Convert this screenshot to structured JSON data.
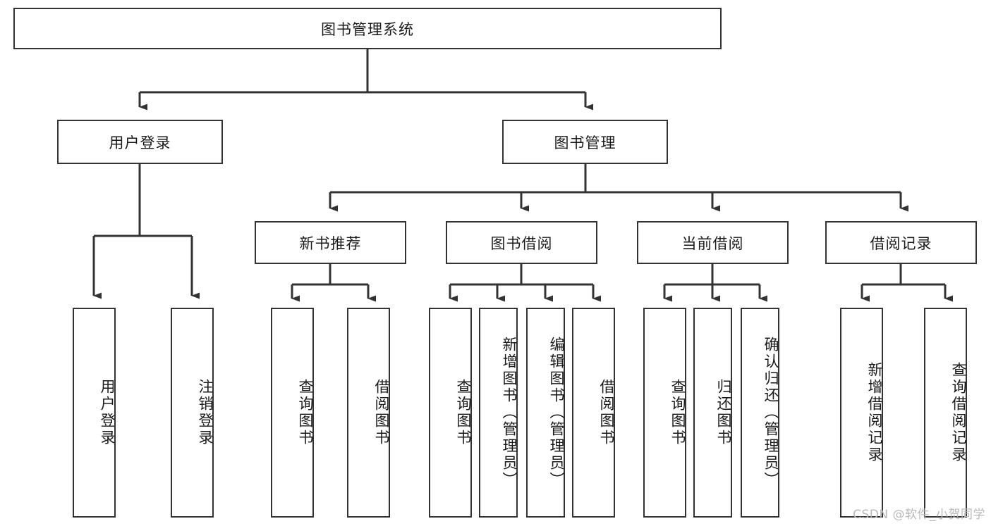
{
  "diagram": {
    "type": "tree-hierarchy",
    "title": "图书管理系统",
    "watermark": "CSDN @软件_小贺同学",
    "colors": {
      "box_border": "#333333",
      "box_fill": "#ffffff",
      "connector": "#333333",
      "text": "#1a1a1a",
      "watermark": "#b9b9b9",
      "background": "#ffffff"
    },
    "nodes": {
      "root": {
        "label": "图书管理系统",
        "level": 0,
        "orientation": "horizontal"
      },
      "l1": [
        {
          "id": "user-login",
          "label": "用户登录",
          "orientation": "horizontal"
        },
        {
          "id": "book-management",
          "label": "图书管理",
          "orientation": "horizontal"
        }
      ],
      "l2": [
        {
          "id": "new-book-recommend",
          "label": "新书推荐",
          "orientation": "horizontal",
          "parent": "book-management"
        },
        {
          "id": "book-borrow",
          "label": "图书借阅",
          "orientation": "horizontal",
          "parent": "book-management"
        },
        {
          "id": "current-borrow",
          "label": "当前借阅",
          "orientation": "horizontal",
          "parent": "book-management"
        },
        {
          "id": "borrow-record",
          "label": "借阅记录",
          "orientation": "horizontal",
          "parent": "book-management"
        }
      ],
      "leaves": [
        {
          "id": "leaf-user-login",
          "label": "用户登录",
          "parent": "user-login",
          "orientation": "vertical"
        },
        {
          "id": "leaf-user-logout",
          "label": "注销登录",
          "parent": "user-login",
          "orientation": "vertical"
        },
        {
          "id": "leaf-query-book-1",
          "label": "查询图书",
          "parent": "new-book-recommend",
          "orientation": "vertical"
        },
        {
          "id": "leaf-borrow-book-1",
          "label": "借阅图书",
          "parent": "new-book-recommend",
          "orientation": "vertical"
        },
        {
          "id": "leaf-query-book-2",
          "label": "查询图书",
          "parent": "book-borrow",
          "orientation": "vertical"
        },
        {
          "id": "leaf-add-book",
          "label": "新增图书（管理员）",
          "parent": "book-borrow",
          "orientation": "vertical"
        },
        {
          "id": "leaf-edit-book",
          "label": "编辑图书（管理员）",
          "parent": "book-borrow",
          "orientation": "vertical"
        },
        {
          "id": "leaf-borrow-book-2",
          "label": "借阅图书",
          "parent": "book-borrow",
          "orientation": "vertical"
        },
        {
          "id": "leaf-query-book-3",
          "label": "查询图书",
          "parent": "current-borrow",
          "orientation": "vertical"
        },
        {
          "id": "leaf-return-book",
          "label": "归还图书",
          "parent": "current-borrow",
          "orientation": "vertical"
        },
        {
          "id": "leaf-confirm-return",
          "label": "确认归还（管理员）",
          "parent": "current-borrow",
          "orientation": "vertical"
        },
        {
          "id": "leaf-add-record",
          "label": "新增借阅记录",
          "parent": "borrow-record",
          "orientation": "vertical"
        },
        {
          "id": "leaf-query-record",
          "label": "查询借阅记录",
          "parent": "borrow-record",
          "orientation": "vertical"
        }
      ]
    }
  }
}
